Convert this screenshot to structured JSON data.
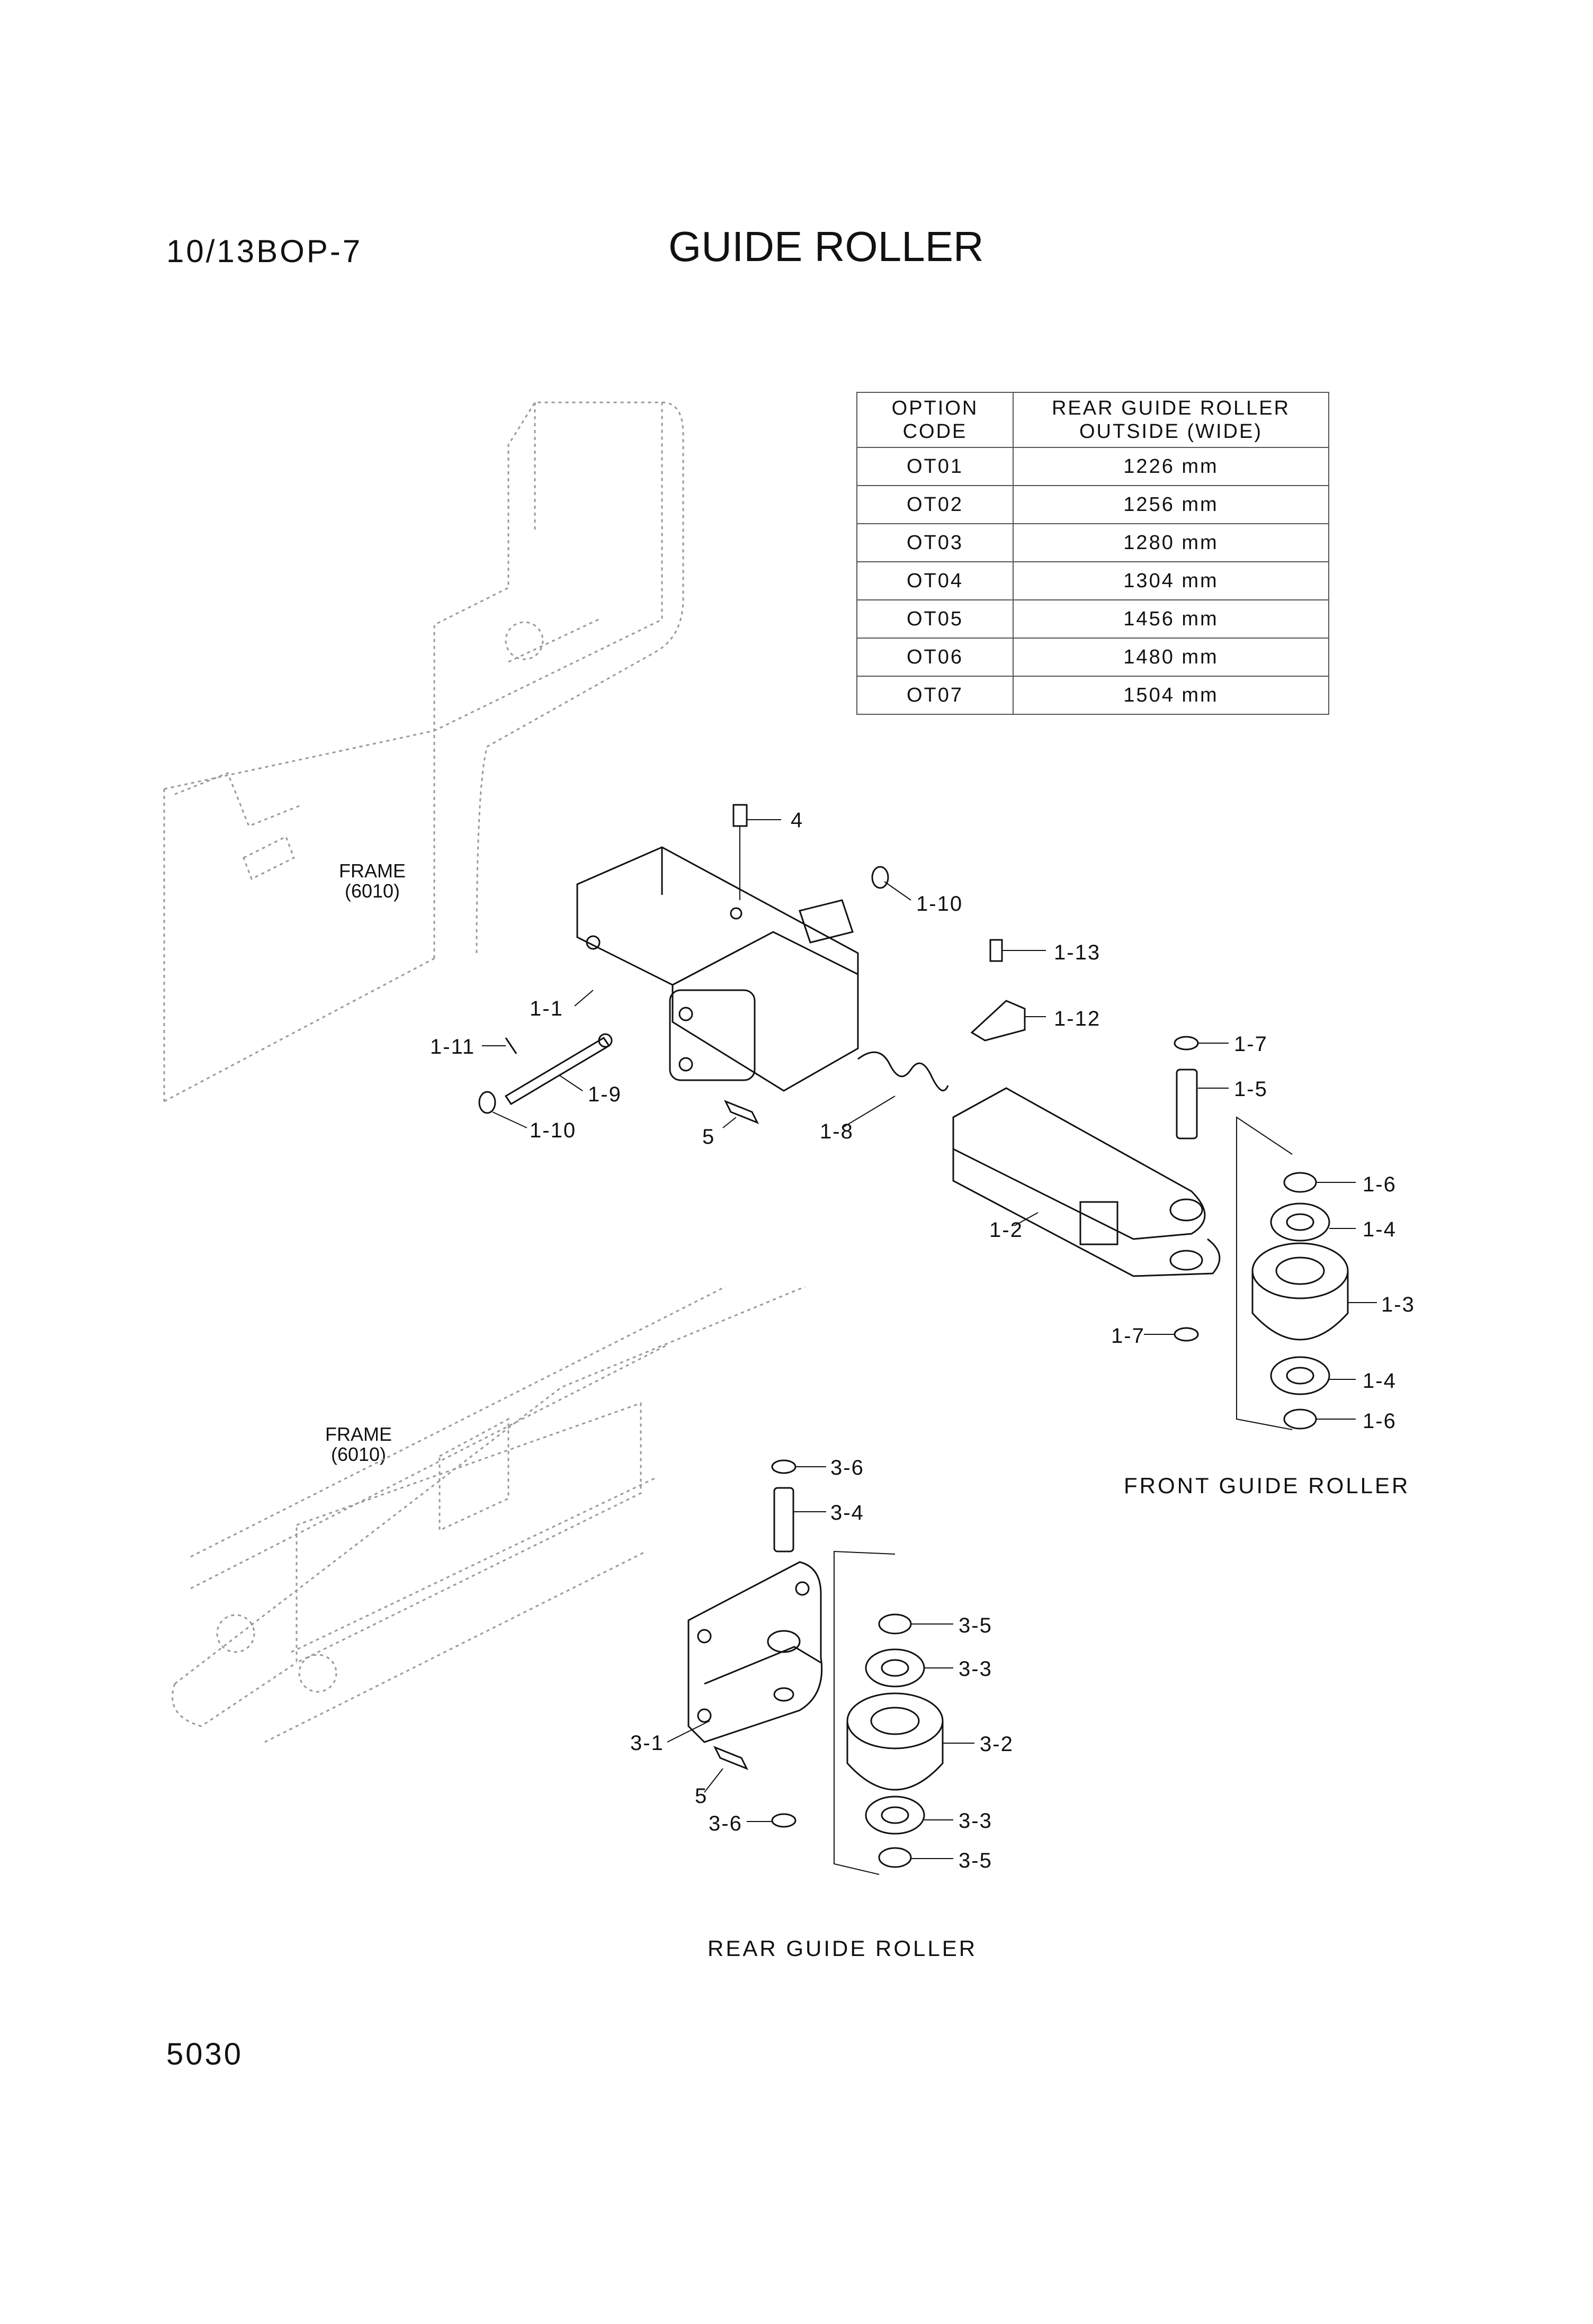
{
  "header": {
    "model": "10/13BOP-7",
    "title": "GUIDE ROLLER"
  },
  "option_table": {
    "headers": [
      "OPTION\nCODE",
      "REAR GUIDE ROLLER\nOUTSIDE (WIDE)"
    ],
    "rows": [
      {
        "code": "OT01",
        "width": "1226 mm"
      },
      {
        "code": "OT02",
        "width": "1256 mm"
      },
      {
        "code": "OT03",
        "width": "1280 mm"
      },
      {
        "code": "OT04",
        "width": "1304 mm"
      },
      {
        "code": "OT05",
        "width": "1456 mm"
      },
      {
        "code": "OT06",
        "width": "1480 mm"
      },
      {
        "code": "OT07",
        "width": "1504 mm"
      }
    ]
  },
  "frame_labels": [
    "FRAME\n(6010)",
    "FRAME\n(6010)"
  ],
  "callouts": {
    "front": [
      "4",
      "1-10",
      "1-13",
      "1-12",
      "1-7",
      "1-5",
      "1-1",
      "1-11",
      "1-9",
      "1-10",
      "5",
      "1-8",
      "1-6",
      "1-4",
      "1-2",
      "1-3",
      "1-7",
      "1-4",
      "1-6"
    ],
    "rear": [
      "3-6",
      "3-4",
      "3-5",
      "3-3",
      "3-2",
      "3-1",
      "5",
      "3-3",
      "3-6",
      "3-5"
    ]
  },
  "captions": {
    "front": "FRONT GUIDE ROLLER",
    "rear": "REAR GUIDE ROLLER"
  },
  "footer": {
    "page_number": "5030"
  }
}
